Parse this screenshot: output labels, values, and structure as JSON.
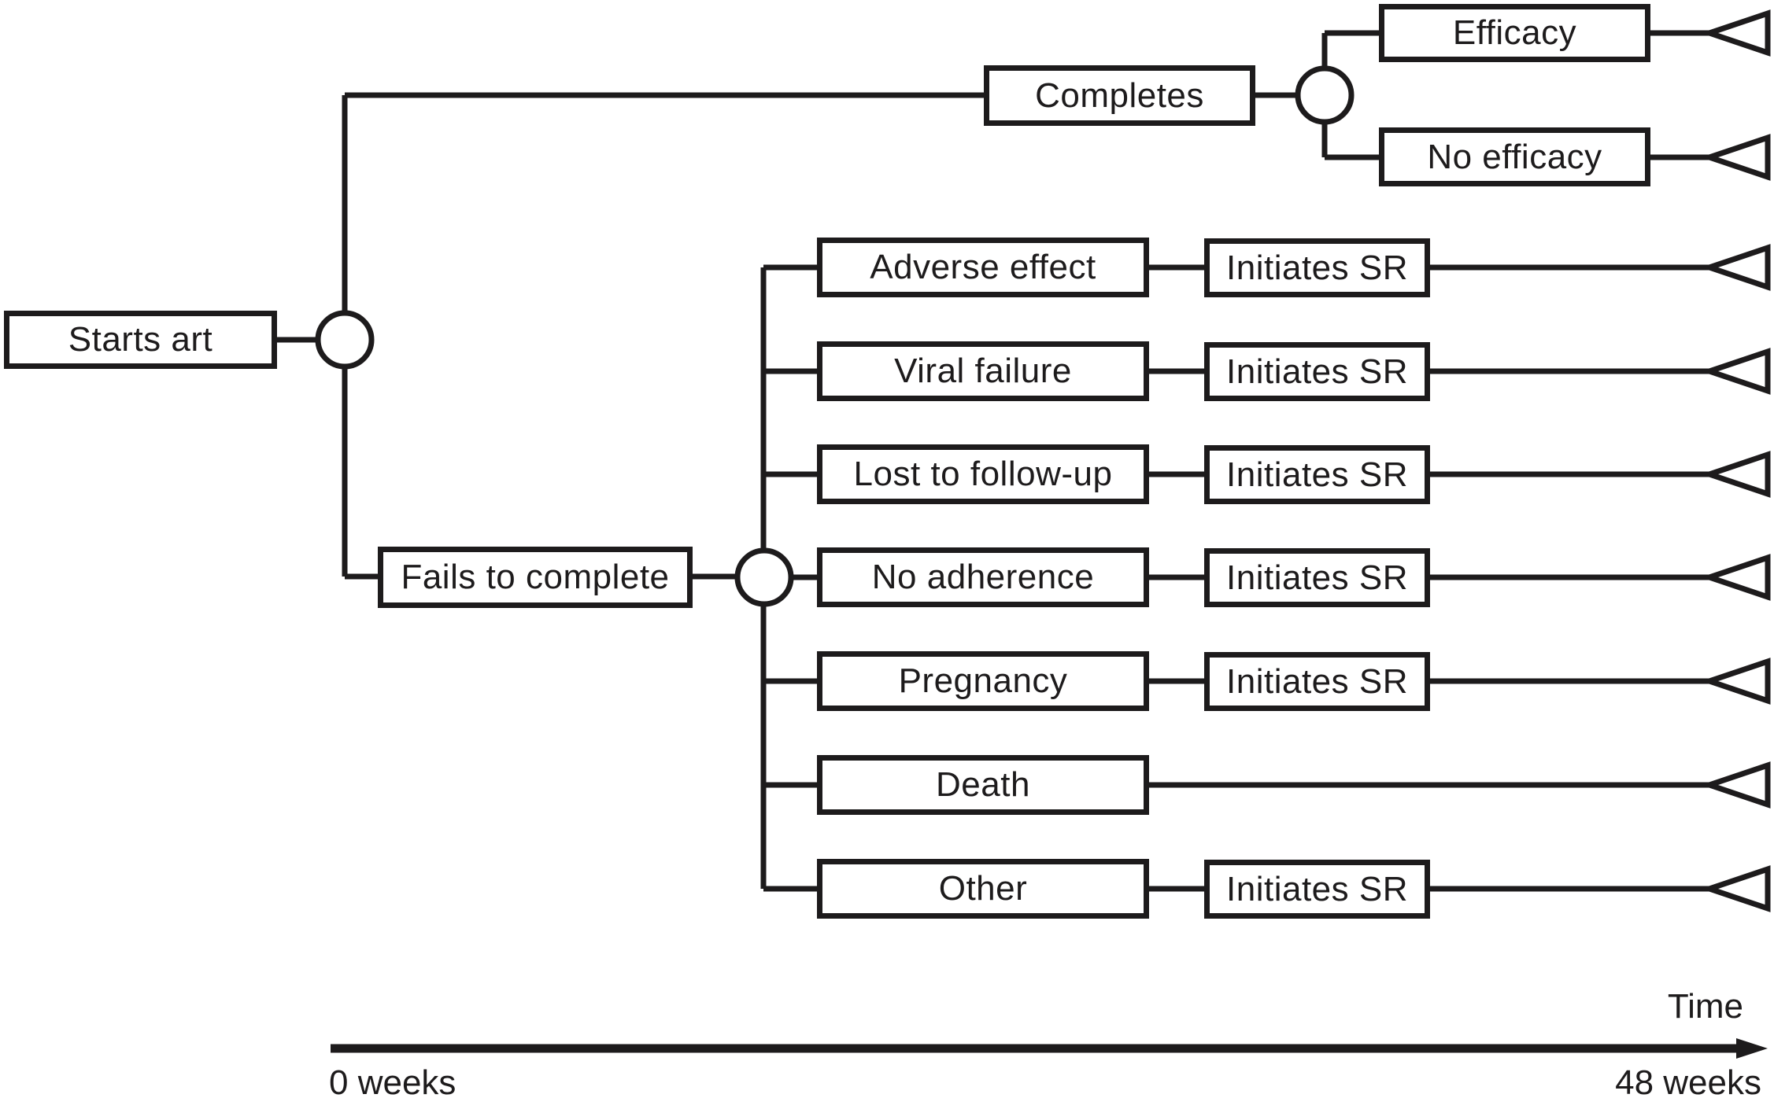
{
  "diagram": {
    "type": "decision-tree",
    "root": {
      "label": "Starts art"
    },
    "complete_branch": {
      "completes_label": "Completes",
      "efficacy_label": "Efficacy",
      "no_efficacy_label": "No efficacy"
    },
    "fail_branch": {
      "fails_label": "Fails to complete",
      "outcomes": [
        {
          "label": "Adverse effect",
          "next": "Initiates SR"
        },
        {
          "label": "Viral failure",
          "next": "Initiates SR"
        },
        {
          "label": "Lost to follow-up",
          "next": "Initiates SR"
        },
        {
          "label": "No adherence",
          "next": "Initiates SR"
        },
        {
          "label": "Pregnancy",
          "next": "Initiates SR"
        },
        {
          "label": "Death",
          "next": null
        },
        {
          "label": "Other",
          "next": "Initiates SR"
        }
      ]
    },
    "timeline": {
      "label": "Time",
      "start": "0 weeks",
      "end": "48 weeks"
    },
    "colors": {
      "line": "#1d1b1c",
      "box_fill": "#ffffff",
      "background": "#ffffff"
    }
  }
}
